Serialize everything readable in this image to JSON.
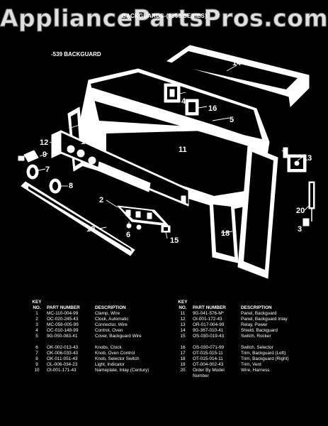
{
  "watermark": "AppliancePartsPros.com",
  "title": "BACKGUARDS-(6000 SERIES)",
  "section_label": "-539 BACKGUARD",
  "callouts": [
    "14",
    "4",
    "16",
    "5",
    "17",
    "10",
    "12",
    "9",
    "11",
    "1",
    "13",
    "7",
    "8",
    "2",
    "3",
    "20",
    "6",
    "15",
    "19",
    "18"
  ],
  "parts_table": {
    "headers": {
      "key": "KEY NO.",
      "key_line1": "KEY",
      "key_line2": "NO.",
      "part_number": "PART NUMBER",
      "description": "DESCRIPTION"
    },
    "left": [
      {
        "key": "1",
        "part_number": "MC-110-004-99",
        "description": "Clamp, Wire"
      },
      {
        "key": "2",
        "part_number": "OC-020-245-43",
        "description": "Clock, Automatic"
      },
      {
        "key": "3",
        "part_number": "MC-058-005-99",
        "description": "Connector, Wire"
      },
      {
        "key": "4",
        "part_number": "OC-010-148-99",
        "description": "Control, Oven"
      },
      {
        "key": "5",
        "part_number": "9G-050-083-41",
        "description": "Cover, Backguard Wire"
      },
      {
        "key": "6",
        "part_number": "OK-002-013-43",
        "description": "Knobs, Clock"
      },
      {
        "key": "7",
        "part_number": "OK-006-033-43",
        "description": "Knob, Oven Control"
      },
      {
        "key": "8",
        "part_number": "OK-011-051-43",
        "description": "Knob, Selector Switch"
      },
      {
        "key": "9",
        "part_number": "OL-006-034-23",
        "description": "Light, Indicator"
      },
      {
        "key": "10",
        "part_number": "OI-001-171-43",
        "description": "Nameplate, Inlay (Century)"
      }
    ],
    "right": [
      {
        "key": "11",
        "part_number": "9G-041-576-M*",
        "description": "Panel, Backguard"
      },
      {
        "key": "12",
        "part_number": "OI-001-172-43",
        "description": "Panel, Backguard Inlay"
      },
      {
        "key": "13",
        "part_number": "OR-017-004-99",
        "description": "Relay, Power"
      },
      {
        "key": "14",
        "part_number": "9G-367-010-41",
        "description": "Shield, Backguard"
      },
      {
        "key": "15",
        "part_number": "OS-030-019-43",
        "description": "Switch, Rocker"
      },
      {
        "key": "16",
        "part_number": "OS-030-071-99",
        "description": "Switch, Selector"
      },
      {
        "key": "17",
        "part_number": "OT-015-015-11",
        "description": "Trim, Backguard (Left)"
      },
      {
        "key": "18",
        "part_number": "OT-015-014-11",
        "description": "Trim, Backguard (Right)"
      },
      {
        "key": "19",
        "part_number": "OT-004-002-43",
        "description": "Trim, Vent"
      },
      {
        "key": "20",
        "part_number": "Order By Model Number",
        "part_number_line1": "Order By Model",
        "part_number_line2": "Number",
        "description": "Wire, Harness"
      }
    ]
  }
}
